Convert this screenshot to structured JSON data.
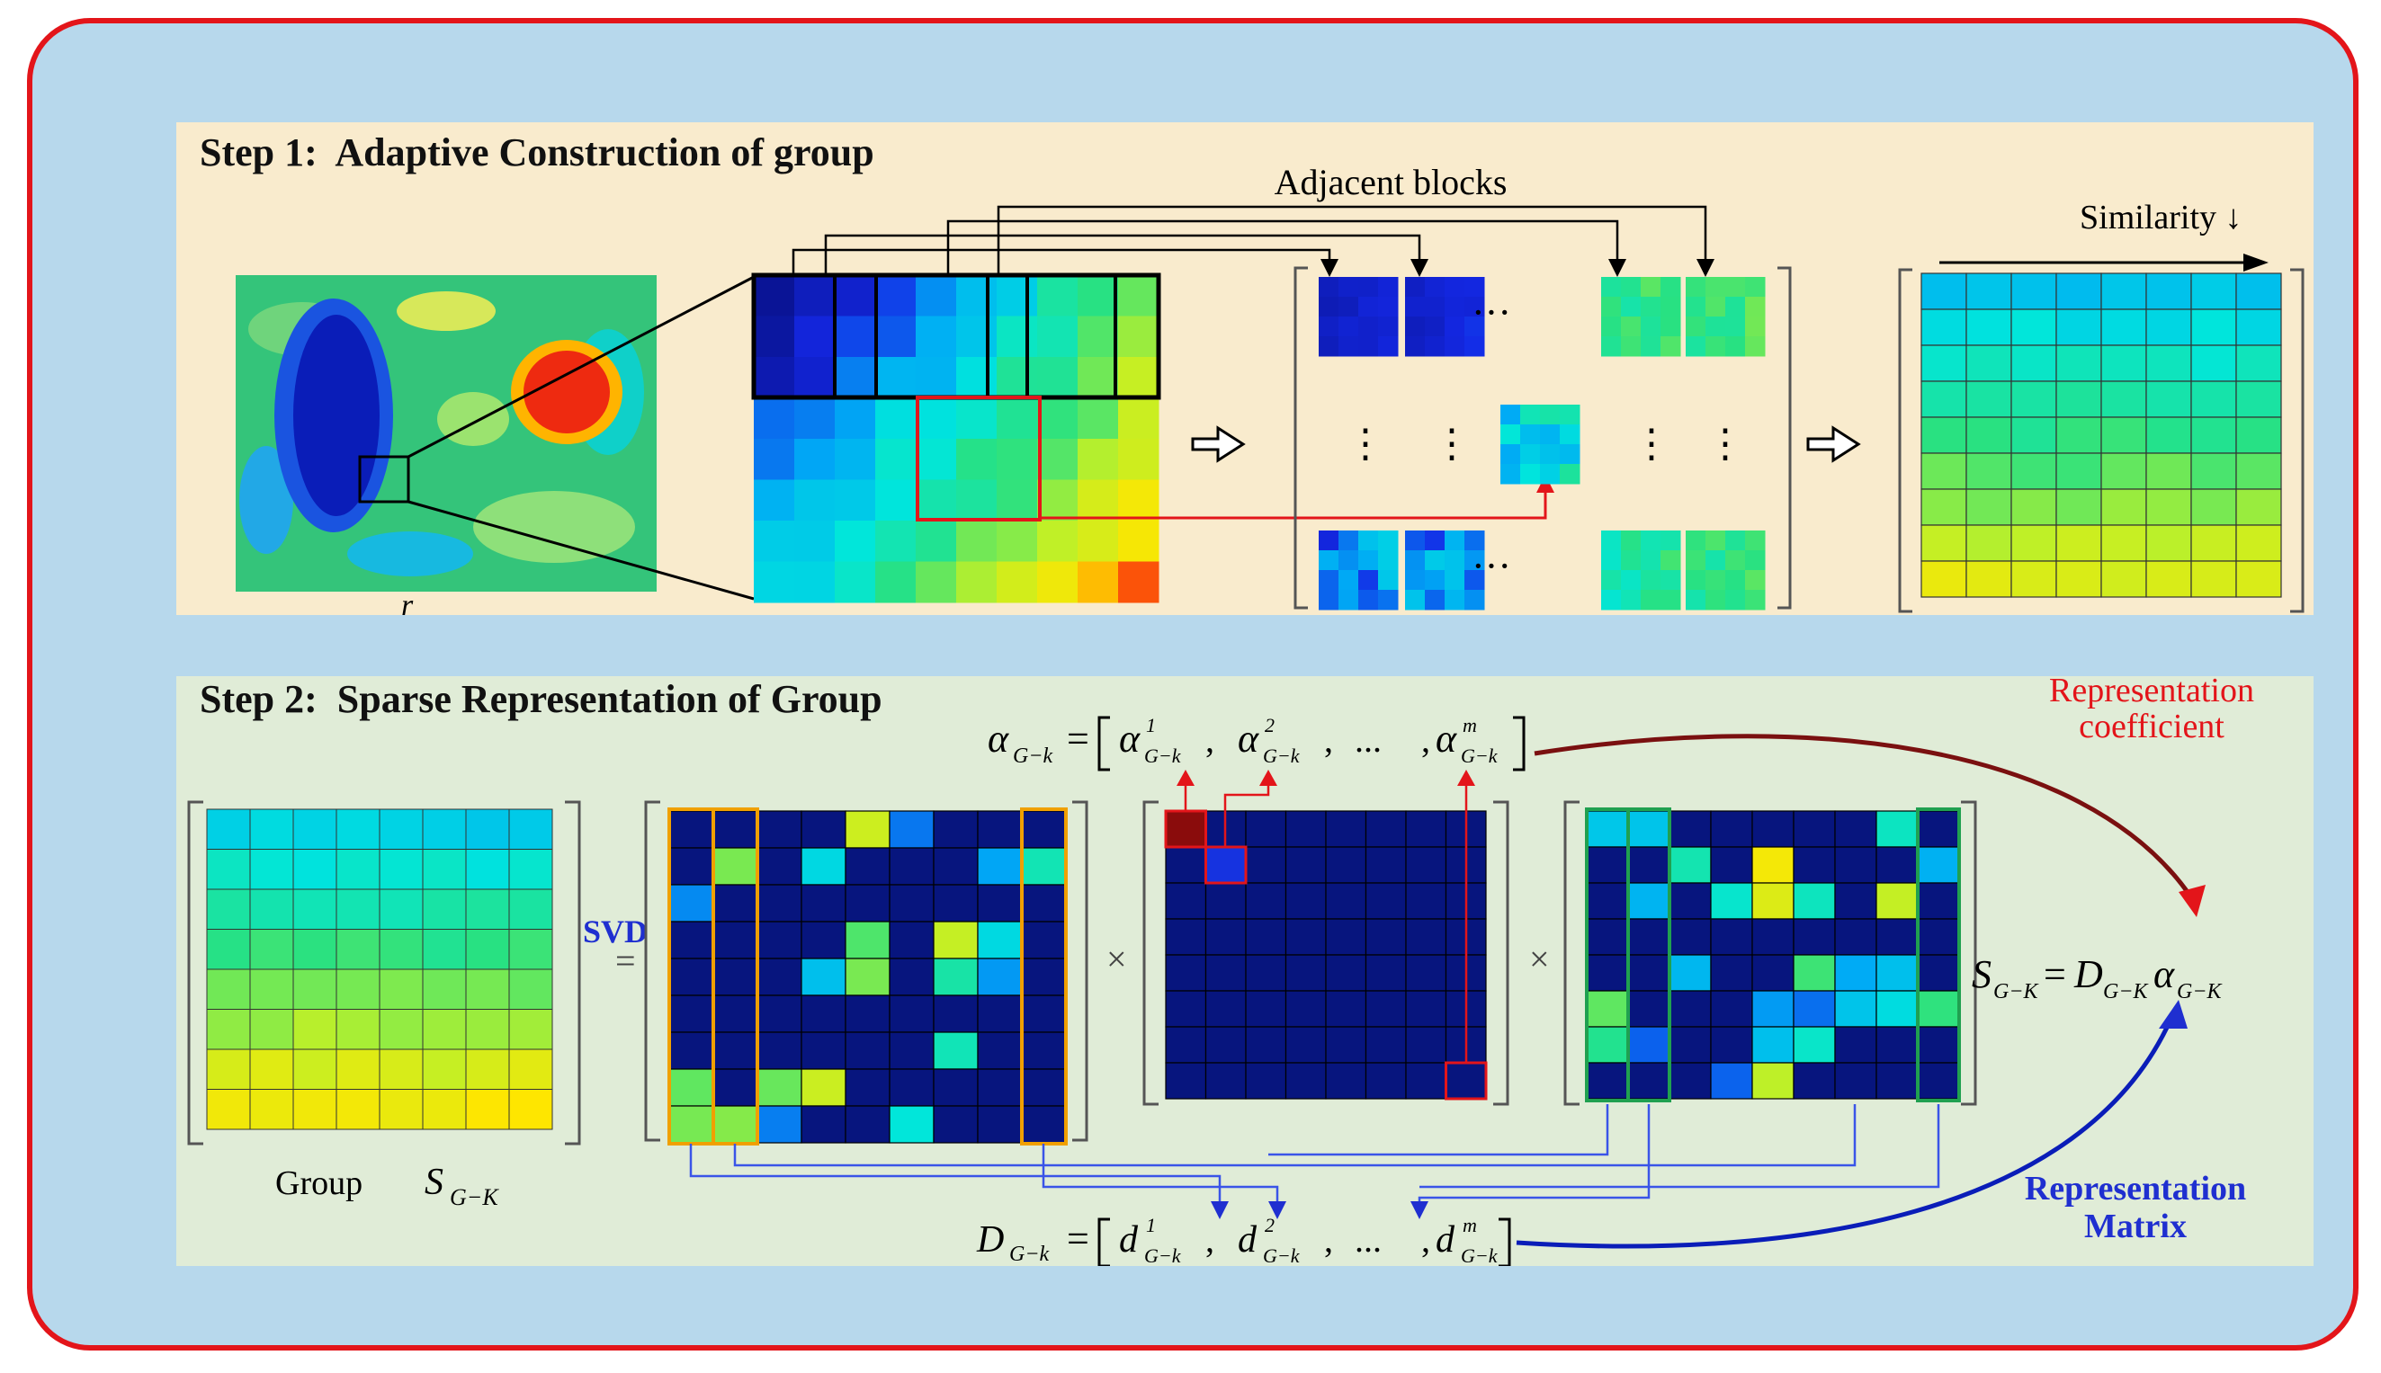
{
  "step1": {
    "title": "Step 1:  Adaptive Construction of group",
    "adjacent_label": "Adjacent blocks",
    "similarity_label": "Similarity ↓",
    "axis_letter": "r",
    "dots_h": "···",
    "dots_v": "⋮"
  },
  "step2": {
    "title": "Step 2:  Sparse Representation of Group",
    "svd_label": "SVD",
    "equals": "=",
    "times": "×",
    "group_label": "Group",
    "group_symbol": "S",
    "group_sub": "G−K",
    "alpha_eq_lhs": "α",
    "alpha_eq_lhs_sub": "G−k",
    "alpha_terms": [
      "α",
      "α",
      "α"
    ],
    "alpha_supers": [
      "1",
      "2",
      "m"
    ],
    "term_sub": "G−k",
    "ellipsis": "...",
    "d_eq_lhs": "D",
    "d_terms": [
      "d",
      "d",
      "d"
    ],
    "d_supers": [
      "1",
      "2",
      "m"
    ],
    "final_eq": {
      "S": "S",
      "D": "D",
      "alpha": "α",
      "sub": "G−K"
    },
    "rep_coef_line1": "Representation",
    "rep_coef_line2": "coefficient",
    "rep_matrix_line1": "Representation",
    "rep_matrix_line2": "Matrix"
  },
  "colors": {
    "frame_border": "#e3151a",
    "frame_bg": "#b7d8ec",
    "panel1_bg": "#f9ebcd",
    "panel2_bg": "#e0ecd7",
    "coef_text": "#e3151a",
    "matrix_text": "#1f2fd0",
    "highlight_orange": "#f0a000",
    "highlight_green": "#20a050"
  }
}
